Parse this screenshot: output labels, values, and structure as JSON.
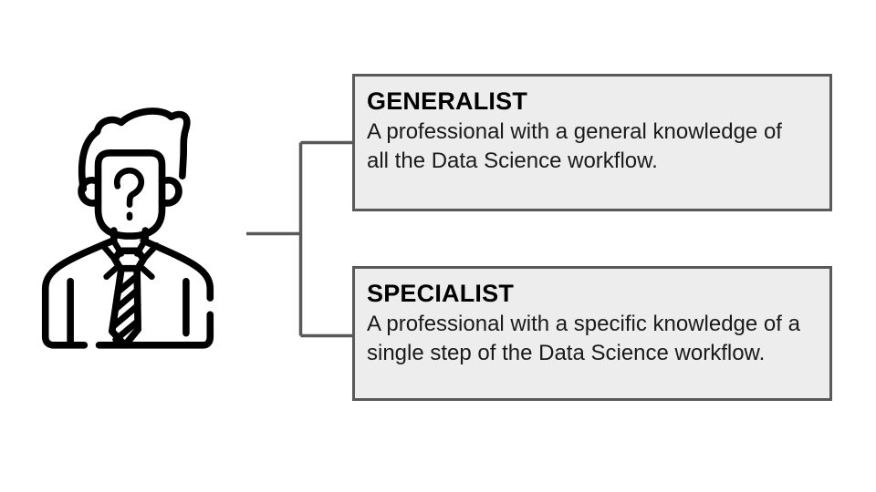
{
  "slide": {
    "background": "#ffffff"
  },
  "person": {
    "icon": "unknown-person-icon",
    "face_symbol": "?"
  },
  "cards": [
    {
      "title": "GENERALIST",
      "description": "A professional with a general knowledge of all the Data Science workflow."
    },
    {
      "title": "SPECIALIST",
      "description": "A professional with a specific knowledge of a single step of the Data Science workflow."
    }
  ],
  "colors": {
    "slide_background": "#ffffff",
    "box_background": "#ededed",
    "box_border": "#595959",
    "connector": "#595959",
    "title_text": "#000000",
    "body_text": "#1a1a1a",
    "icon_stroke": "#000000"
  }
}
